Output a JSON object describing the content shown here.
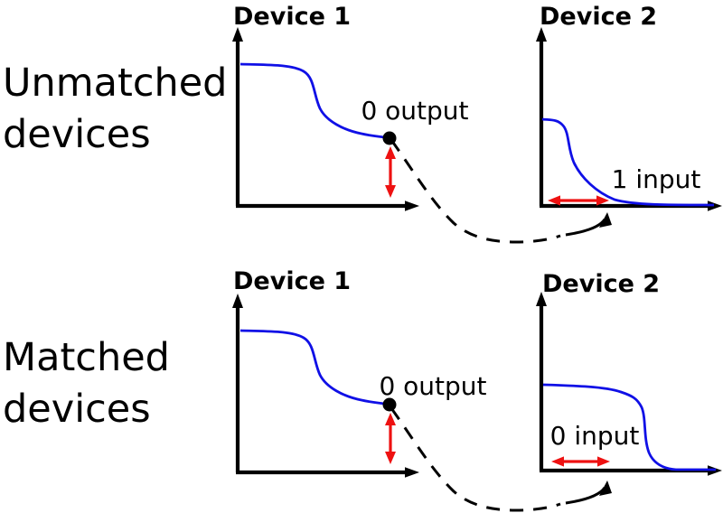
{
  "colors": {
    "ink": "#000000",
    "curve_blue": "#1010e6",
    "arrow_red": "#ee1111",
    "paper": "#ffffff"
  },
  "rows": [
    {
      "label": "Unmatched devices",
      "device1": {
        "title": "Device 1",
        "point_label": "0 output"
      },
      "device2": {
        "title": "Device 2",
        "range_label": "1 input"
      }
    },
    {
      "label": "Matched devices",
      "device1": {
        "title": "Device 1",
        "point_label": "0 output"
      },
      "device2": {
        "title": "Device 2",
        "range_label": "0 input"
      }
    }
  ]
}
